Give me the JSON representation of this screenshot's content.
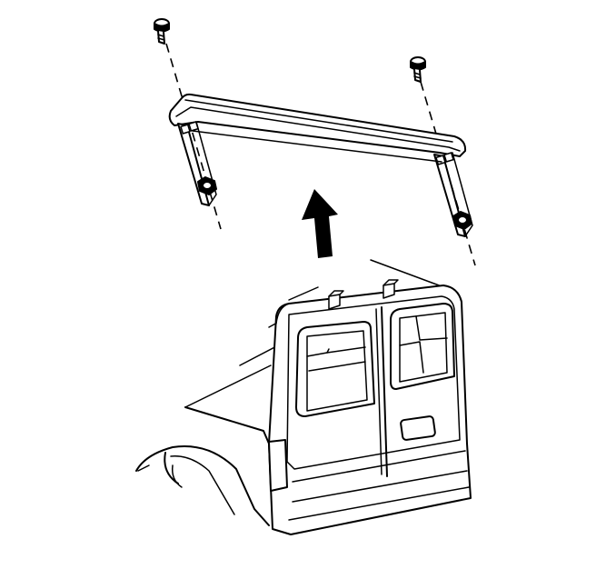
{
  "diagram": {
    "parts": [
      {
        "id": "roof-rack-crossbar",
        "label": ""
      },
      {
        "id": "bolt-front-left",
        "label": ""
      },
      {
        "id": "bolt-front-right",
        "label": ""
      },
      {
        "id": "nut-rear-left",
        "label": ""
      },
      {
        "id": "nut-rear-right",
        "label": ""
      },
      {
        "id": "van-rear-body",
        "label": ""
      }
    ],
    "arrow_direction": "up",
    "colors": {
      "line": "#000000",
      "background": "#ffffff"
    }
  }
}
